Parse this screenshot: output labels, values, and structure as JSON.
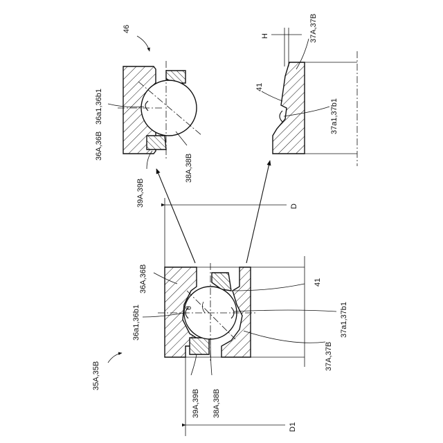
{
  "labels": {
    "fig_ref_46": "46",
    "ref_36a_36b_top": "36A,36B",
    "ref_36a1_36b1_top": "36a1,36b1",
    "ref_39a_39b_top": "39A,39B",
    "ref_38a_38b_top": "38A,38B",
    "ref_H": "H",
    "ref_37a_37b_top": "37A,37B",
    "ref_41_top": "41",
    "ref_37a1_37b1_top": "37a1,37b1",
    "ref_D": "D",
    "ref_36a_36b_bottom": "36A,36B",
    "ref_36a1_36b1_bottom": "36a1,36b1",
    "ref_theta": "θ",
    "ref_41_bottom": "41",
    "ref_37a1_37b1_bottom": "37a1,37b1",
    "ref_37a_37b_bottom": "37A,37B",
    "ref_35a_35b": "35A,35B",
    "ref_39a_39b_bottom": "39A,39B",
    "ref_38a_38b_bottom": "38A,38B",
    "ref_D1": "D1"
  }
}
